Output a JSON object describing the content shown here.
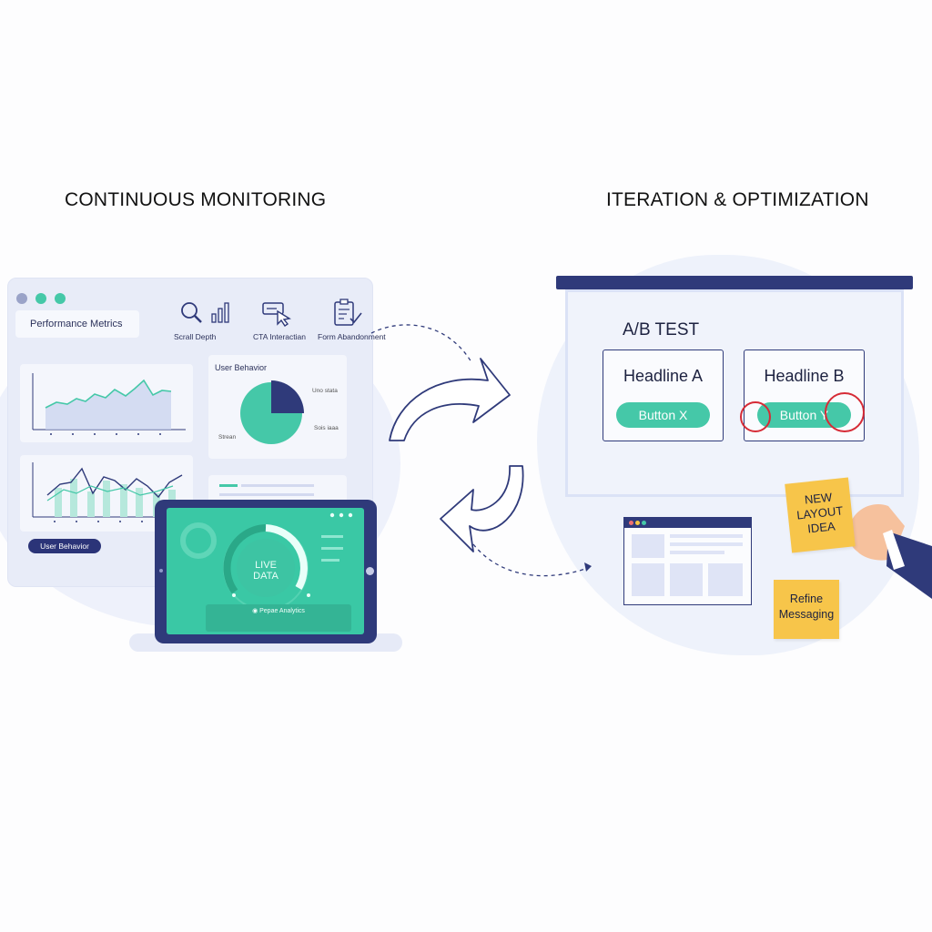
{
  "left": {
    "title": "CONTINUOUS MONITORING",
    "dashboard": {
      "header_label": "Performance Metrics",
      "metrics": [
        {
          "icon": "magnifier-icon",
          "label": "Scrall Depth"
        },
        {
          "icon": "cursor-click-icon",
          "label": "CTA Interactian"
        },
        {
          "icon": "clipboard-check-icon",
          "label": "Form Abandonment"
        }
      ],
      "card_title": "User Behavior",
      "pie_labels": [
        "Uno stata",
        "Sois iaaa",
        "Strean"
      ],
      "pill_label": "User Behavior"
    },
    "tablet": {
      "gauge_label": "LIVE DATA",
      "analytics_label": "Pepae Analytics"
    }
  },
  "right": {
    "title": "ITERATION & OPTIMIZATION",
    "ab_test": {
      "title": "A/B TEST",
      "variant_a": {
        "headline": "Headline A",
        "button": "Button X"
      },
      "variant_b": {
        "headline": "Headline B",
        "button": "Button Y"
      }
    },
    "notes": {
      "note1": [
        "NEW",
        "LAYOUT",
        "IDEA"
      ],
      "note2": [
        "Refine",
        "Messaging"
      ]
    }
  },
  "colors": {
    "navy": "#2f3a7a",
    "teal": "#45c8a8",
    "highlight_red": "#d62b36",
    "sticky_note": "#f7c54a"
  }
}
